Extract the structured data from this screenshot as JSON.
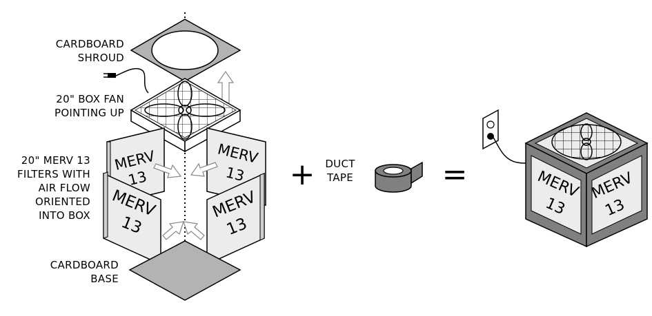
{
  "labels": {
    "shroud": "CARDBOARD\nSHROUD",
    "fan": "20\" BOX FAN\nPOINTING UP",
    "filters": "20\" MERV 13\nFILTERS WITH\nAIR FLOW\nORIENTED\nINTO BOX",
    "base": "CARDBOARD\nBASE",
    "tape": "DUCT\nTAPE"
  },
  "filter_text": {
    "line1": "MERV",
    "line2": "13"
  },
  "operators": {
    "plus": "+",
    "equals": "="
  },
  "colors": {
    "cardboard": "#b3b3b3",
    "filter_face": "#ececec",
    "tape": "#808080",
    "fan_side": "#ffffff",
    "outline": "#000000"
  }
}
